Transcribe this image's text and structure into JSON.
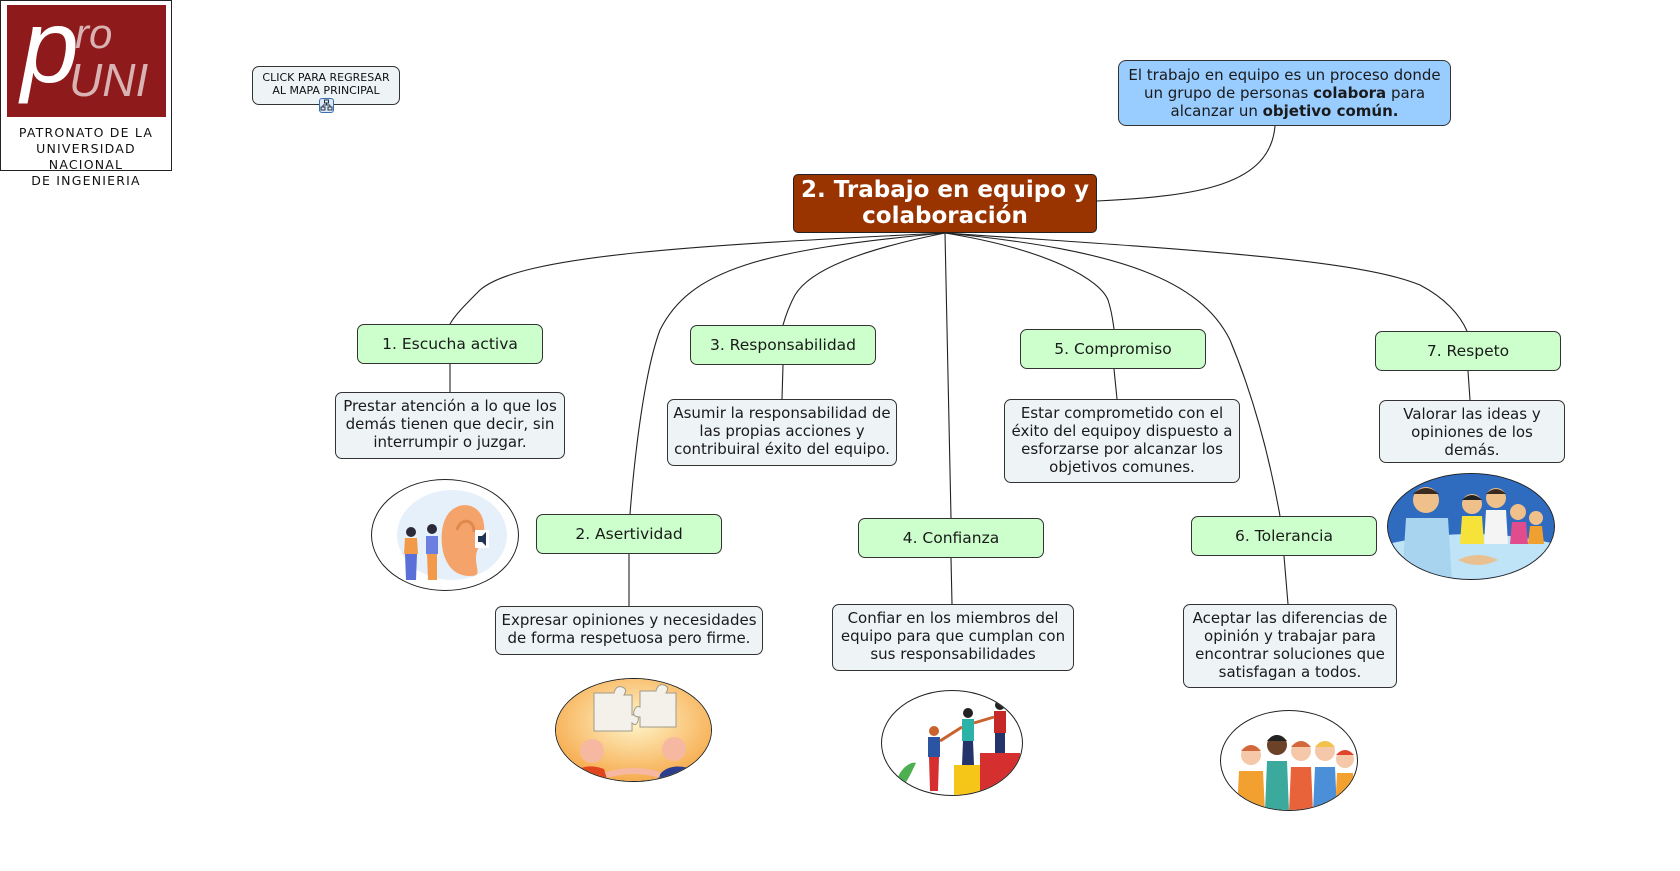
{
  "logo": {
    "brand_p": "p",
    "brand_ro": "ro",
    "brand_uni": "UNI",
    "caption_lines": [
      "PATRONATO DE LA",
      "UNIVERSIDAD NACIONAL",
      "DE INGENIERIA"
    ],
    "brand_color": "#8f1a1c"
  },
  "back_button": {
    "line1": "CLICK PARA REGRESAR",
    "line2": "AL MAPA PRINCIPAL",
    "icon": "mindmap-link-icon"
  },
  "definition": {
    "parts": [
      {
        "text": "El trabajo en equipo es un proceso donde un grupo de personas ",
        "bold": false
      },
      {
        "text": "colabora",
        "bold": true
      },
      {
        "text": " para alcanzar un ",
        "bold": false
      },
      {
        "text": "objetivo común.",
        "bold": true
      }
    ],
    "color": "#99ccff"
  },
  "central_topic": {
    "title": "2. Trabajo en equipo y colaboración",
    "color": "#993300"
  },
  "topics": [
    {
      "label": "1. Escucha activa",
      "description": "Prestar atención a lo que los demás tienen que decir, sin interrumpir o juzgar.",
      "image": "active-listening-illustration"
    },
    {
      "label": "2. Asertividad",
      "description": "Expresar opiniones y necesidades de forma respetuosa pero firme.",
      "image": "puzzle-conversation-illustration"
    },
    {
      "label": "3. Responsabilidad",
      "description": "Asumir la responsabilidad de las propias acciones y contribuiral éxito del equipo."
    },
    {
      "label": "4. Confianza",
      "description": "Confiar en los miembros del equipo para que cumplan con sus responsabilidades",
      "image": "helping-climb-illustration"
    },
    {
      "label": "5. Compromiso",
      "description": "Estar comprometido con el éxito del equipoy dispuesto a esforzarse por alcanzar los objetivos comunes."
    },
    {
      "label": "6. Tolerancia",
      "description": "Aceptar las diferencias de opinión y trabajar para encontrar soluciones que satisfagan a todos.",
      "image": "diverse-group-illustration"
    },
    {
      "label": "7. Respeto",
      "description": "Valorar las ideas y opiniones de los demás.",
      "image": "handshake-family-illustration"
    }
  ],
  "colors": {
    "topic_fill": "#ccffcc",
    "description_fill": "#eef3f6"
  }
}
